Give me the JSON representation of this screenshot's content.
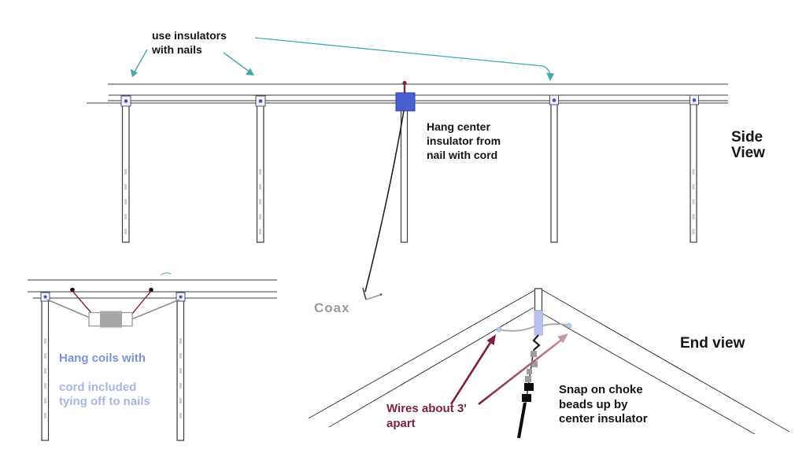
{
  "title": "Attic wire antenna installation diagram",
  "colors": {
    "teal": "#45a6ae",
    "maroon": "#7d1f45",
    "rose": "#c795a8",
    "cord_red": "#8b2040",
    "insulator_blue": "#4a5fd0",
    "lavender": "#b7c3ee",
    "dot_blue": "#3f51c8",
    "periwinkle": "#a9b5e3",
    "periwinkle_dark": "#7e91d4",
    "text_gray": "#9a9a9a",
    "line_dark": "#3a3a3a"
  },
  "side_view": {
    "label": "Side\nView",
    "annotations": {
      "use_insulators": "use insulators\nwith nails",
      "hang_center": "Hang center\ninsulator from\nnail with cord",
      "coax": "Coax"
    }
  },
  "coil_view": {
    "annotation_line1": "Hang coils with",
    "annotation_rest": "cord included\ntying off to nails"
  },
  "end_view": {
    "label": "End view",
    "annotations": {
      "wires_apart": "Wires about 3'\napart",
      "snap_choke": "Snap on choke\nbeads up by\ncenter insulator"
    }
  }
}
